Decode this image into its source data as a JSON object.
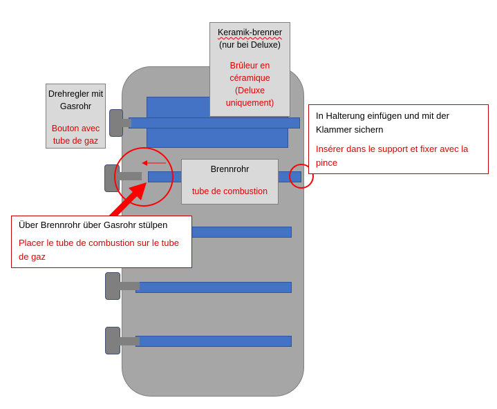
{
  "labels": {
    "gas_knob": {
      "de": "Drehregler mit Gasrohr",
      "fr": "Bouton avec tube de gaz"
    },
    "ceramic_burner": {
      "de_part1": "Keramik-brenner",
      "de_part2": "(nur bei Deluxe)",
      "fr": "Brûleur en céramique (Deluxe uniquement)"
    },
    "burner_tube": {
      "de": "Brennrohr",
      "fr": "tube de combustion"
    },
    "bracket_note": {
      "de": "In Halterung einfügen und mit der Klammer sichern",
      "fr": "Insérer dans le support et fixer avec la pince"
    },
    "slip_note": {
      "de": "Über Brennrohr über Gasrohr stülpen",
      "fr": "Placer le tube de combustion sur le tube de gaz"
    }
  },
  "colors": {
    "cabinet": "#a6a6a6",
    "burner_blue": "#4472c4",
    "label_box": "#d9d9d9",
    "accent_red": "#ff0000",
    "french_text": "#e00000"
  }
}
